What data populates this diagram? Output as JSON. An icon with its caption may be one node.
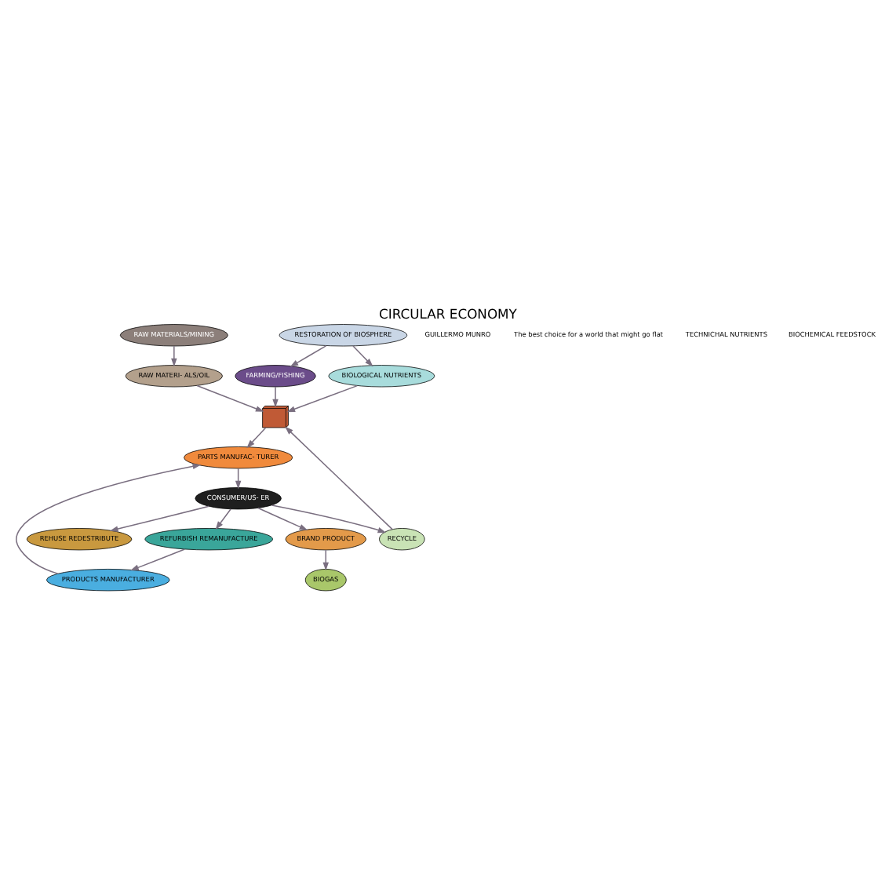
{
  "diagram": {
    "title": "CIRCULAR ECONOMY",
    "nodes": [
      {
        "text": [],
        "shape": "picture"
      },
      {
        "text": [
          "RAW MATERIALS/MINING"
        ]
      },
      {
        "text": [
          "RAW MATERI- ALS/OIL"
        ]
      },
      {
        "text": [
          "BIOLOGICAL NUTRIENTS"
        ]
      },
      {
        "text": [
          "RECYCLE"
        ]
      },
      {
        "text": [
          "PARTS MANUFAC- TURER"
        ]
      },
      {
        "text": [
          "PRODUCTS MANUFACTURER"
        ]
      },
      {
        "text": [
          "FARMING/FISHING"
        ]
      },
      {
        "text": [
          "BRAND PRODUCT"
        ]
      },
      {
        "text": [
          "REFURBISH REMANUFACTURE"
        ]
      },
      {
        "text": [
          "RESTORATION OF BIOSPHERE"
        ]
      },
      {
        "text": [
          "BIOGAS"
        ]
      },
      {
        "text": [
          "REHUSE REDESTRIBUTE"
        ]
      },
      {
        "text": [
          "CONSUMER/US- ER"
        ]
      }
    ],
    "edges": [
      {
        "from": 1,
        "to": 2,
        "arrow": "to"
      },
      {
        "from": 2,
        "to": 0,
        "arrow": "to"
      },
      {
        "from": 0,
        "to": 5,
        "arrow": "to"
      },
      {
        "from": 5,
        "to": 13,
        "arrow": "to"
      },
      {
        "from": 4,
        "to": 0,
        "arrow": "to"
      },
      {
        "from": 13,
        "to": 4,
        "arrow": "to"
      },
      {
        "from": 6,
        "to": 5,
        "arrow": "to"
      },
      {
        "from": 9,
        "to": 6,
        "arrow": "to"
      },
      {
        "from": 13,
        "to": 9,
        "arrow": "to"
      },
      {
        "from": 13,
        "to": 12,
        "arrow": "to"
      },
      {
        "from": 10,
        "to": 3,
        "arrow": "to"
      },
      {
        "from": 3,
        "to": 0,
        "arrow": "to"
      },
      {
        "from": 10,
        "to": 7,
        "arrow": "to"
      },
      {
        "from": 7,
        "to": 0,
        "arrow": "to"
      },
      {
        "from": 13,
        "to": 8,
        "arrow": "to"
      },
      {
        "from": 8,
        "to": 11,
        "arrow": "to"
      }
    ],
    "labels": [
      "GUILLERMO MUNRO",
      "The best choice for a world that might go flat",
      "TECHNICHAL NUTRIENTS",
      "BIOCHEMICAL FEEDSTOCK"
    ]
  }
}
